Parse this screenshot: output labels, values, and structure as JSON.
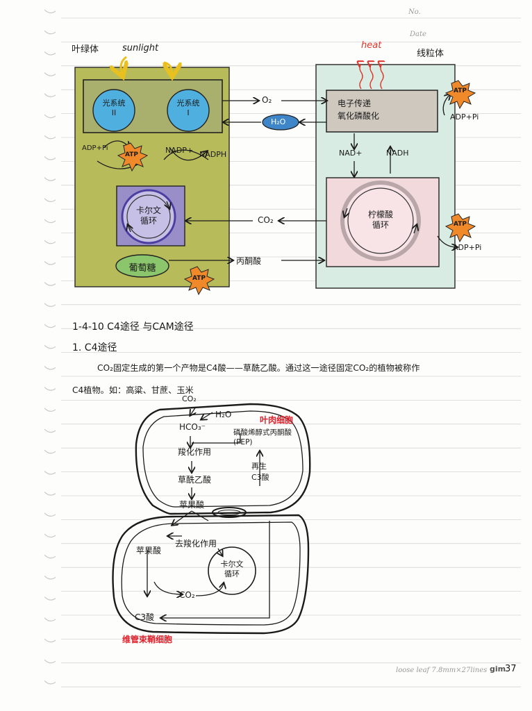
{
  "header": {
    "no_label": "No.",
    "date_label": "Date"
  },
  "footer": {
    "paper_spec": "loose leaf 7.8mm×27lines",
    "brand": "gim",
    "page_number": "37"
  },
  "top_diagram": {
    "chloroplast_label": "叶绿体",
    "sunlight_label": "sunlight",
    "photosystem_2": "光系统\nII",
    "photosystem_1": "光系统\nI",
    "adp_pi": "ADP+Pi",
    "atp": "ATP",
    "nadp": "NADP+",
    "nadph": "NADPH",
    "calvin_cycle": "卡尔文\n循环",
    "glucose": "葡萄糖",
    "mitochondrion_label": "线粒体",
    "heat": "heat",
    "etc": "电子传递\n氧化磷酸化",
    "nad": "NAD+",
    "nadh": "NADH",
    "krebs_cycle": "柠檬酸\n循环",
    "o2": "O₂",
    "h2o": "H₂O",
    "co2": "CO₂",
    "pyruvate": "丙酮酸"
  },
  "notes": {
    "section_title": "1-4-10 C4途径 与CAM途径",
    "subsection": "1. C4途径",
    "line1": "CO₂固定生成的第一个产物是C4酸——草酰乙酸。通过这一途径固定CO₂的植物被称作",
    "line2": "C4植物。如：高粱、甘蔗、玉米"
  },
  "c4_diagram": {
    "co2": "CO₂",
    "h2o": "H₂O",
    "mesophyll": "叶肉细胞",
    "hco3": "HCO₃⁻",
    "pep": "磷酸烯醇式丙酮酸\n(PEP)",
    "carboxylation": "羧化作用",
    "oxaloacetate": "草酰乙酸",
    "regen": "再生\nC3酸",
    "malate_top": "苹果酸",
    "malate_bottom": "苹果酸",
    "decarboxylation": "去羧化作用",
    "calvin": "卡尔文\n循环",
    "co2_bundle": "CO₂",
    "c3_acid": "C3酸",
    "bundle_sheath": "维管束鞘细胞"
  },
  "colors": {
    "chloroplast_fill": "#b7bb5a",
    "thylakoid_fill": "#a9b06d",
    "photosystem_fill": "#4fb0e0",
    "calvin_fill": "#9a8ec9",
    "glucose_fill": "#8bc66d",
    "mito_fill": "#d9ece3",
    "etc_fill": "#cfc8bf",
    "krebs_fill": "#f2d9dc",
    "h2o_fill": "#3f86c8",
    "atp_fill": "#f0892a",
    "heat_color": "#e0322a",
    "red_label": "#e0202a"
  }
}
